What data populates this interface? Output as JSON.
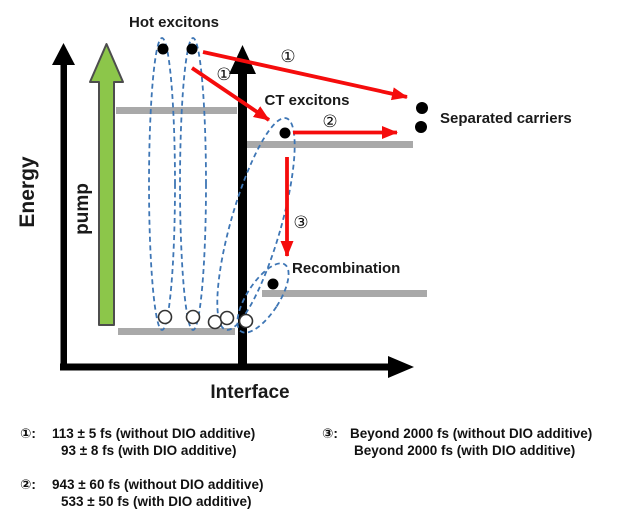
{
  "figure": {
    "labels": {
      "hot_excitons": "Hot excitons",
      "ct_excitons": "CT excitons",
      "separated_carriers": "Separated carriers",
      "recombination": "Recombination",
      "energy": "Energy",
      "pump": "pump",
      "interface": "Interface"
    },
    "markers": {
      "step1": "①",
      "step2": "②",
      "step3": "③"
    },
    "colors": {
      "arrow_red": "#f50c0c",
      "level_gray": "#a9a9a9",
      "pump_green": "#8cc64a",
      "pump_border": "#4d4d4d",
      "exciton_dash_blue": "#3e76b5",
      "axis_black": "#000000"
    }
  },
  "legend": {
    "items": [
      {
        "prefix": "①:",
        "lines": [
          "113 ± 5 fs (without DIO additive)",
          "93 ± 8 fs (with DIO additive)"
        ]
      },
      {
        "prefix": "②:",
        "lines": [
          "943 ± 60 fs (without DIO additive)",
          "533 ± 50 fs (with DIO additive)"
        ]
      },
      {
        "prefix": "③:",
        "lines": [
          "Beyond 2000 fs (without DIO additive)",
          "Beyond 2000 fs (with DIO additive)"
        ]
      }
    ]
  }
}
